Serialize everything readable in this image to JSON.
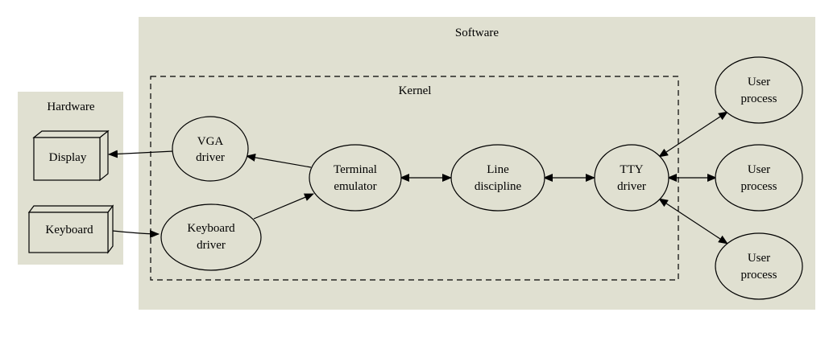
{
  "clusters": {
    "software": "Software",
    "hardware": "Hardware",
    "kernel": "Kernel"
  },
  "nodes": {
    "display": "Display",
    "keyboard": "Keyboard",
    "vga_driver": [
      "VGA",
      "driver"
    ],
    "keyboard_driver": [
      "Keyboard",
      "driver"
    ],
    "terminal_emulator": [
      "Terminal",
      "emulator"
    ],
    "line_discipline": [
      "Line",
      "discipline"
    ],
    "tty_driver": [
      "TTY",
      "driver"
    ],
    "user_process": [
      "User",
      "process"
    ]
  },
  "colors": {
    "cluster_fill": "#e0e0d1",
    "stroke": "#000000"
  }
}
